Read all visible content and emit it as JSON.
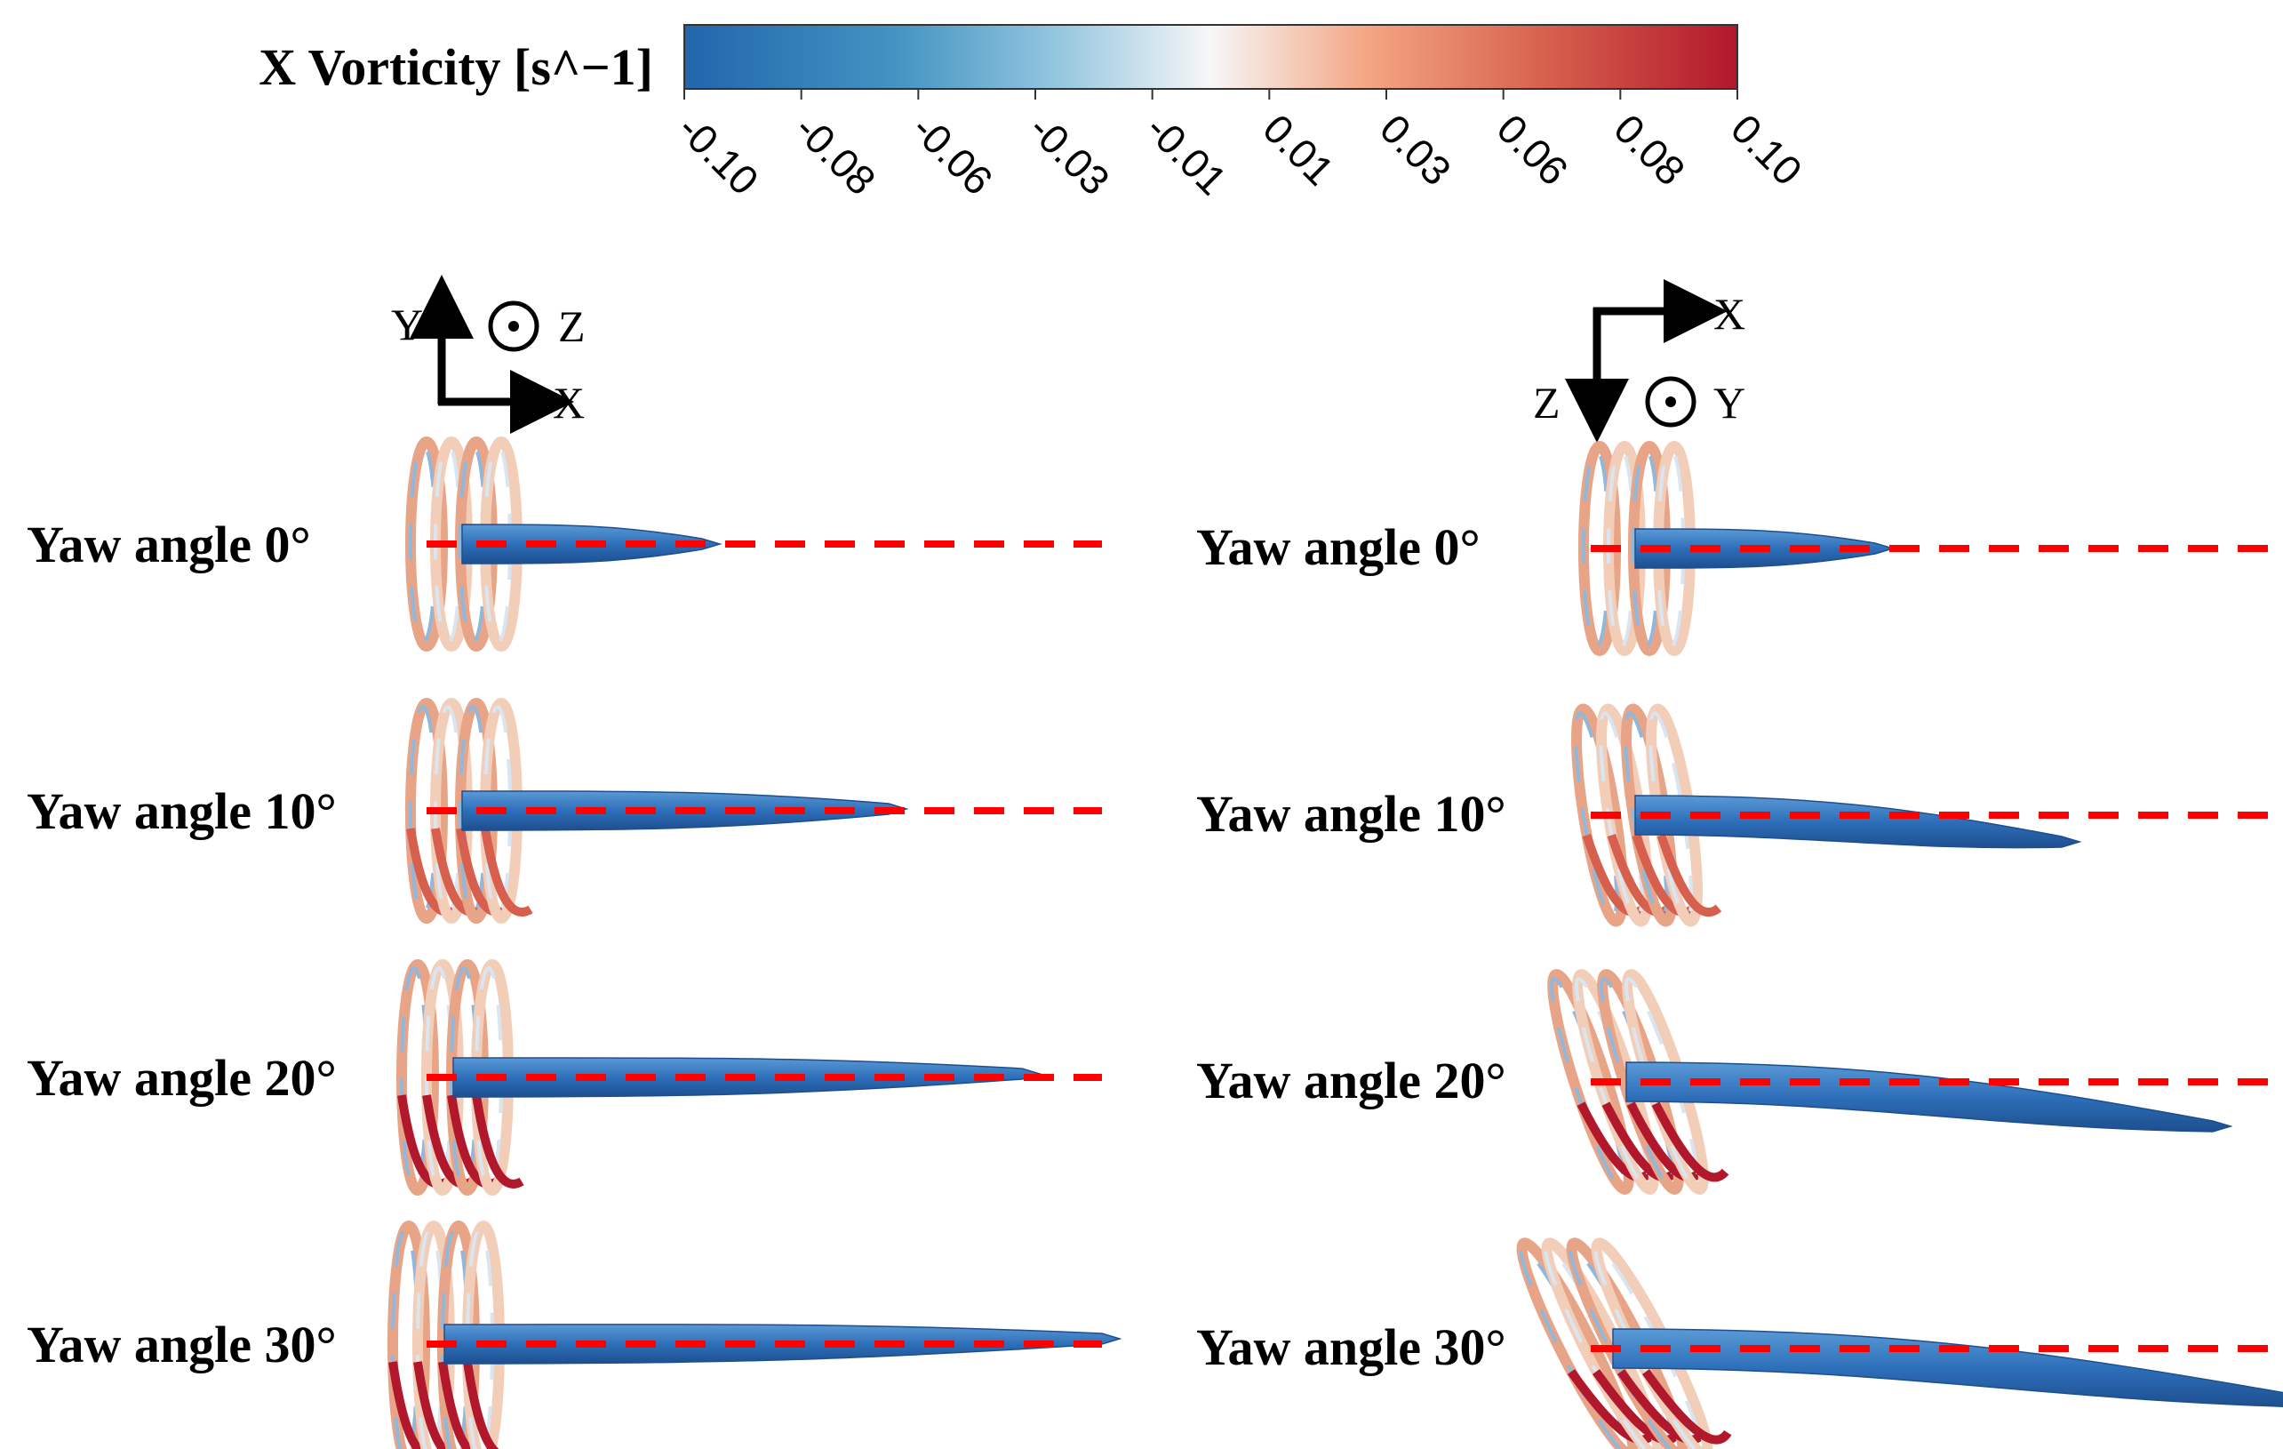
{
  "colorbar": {
    "title": "X Vorticity [s^−1]",
    "ticks": [
      "-0.10",
      "-0.08",
      "-0.06",
      "-0.03",
      "-0.01",
      "0.01",
      "0.03",
      "0.06",
      "0.08",
      "0.10"
    ],
    "colors": [
      "#2166ac",
      "#4393c3",
      "#92c5de",
      "#f7f7f7",
      "#f4a582",
      "#d6604d",
      "#b2182b"
    ]
  },
  "axes": {
    "left": {
      "up": "Y",
      "out_of_page": "Z",
      "right": "X"
    },
    "right": {
      "right": "X",
      "down": "Z",
      "out_of_page": "Y"
    }
  },
  "rows": [
    {
      "label": "Yaw angle 0°",
      "yaw": 0
    },
    {
      "label": "Yaw angle 10°",
      "yaw": 10
    },
    {
      "label": "Yaw angle 20°",
      "yaw": 20
    },
    {
      "label": "Yaw angle 30°",
      "yaw": 30
    }
  ],
  "colors": {
    "dashed_line": "#ff0000",
    "hub_vortex": "#2e6fba",
    "ring_warm": "#e8a487",
    "ring_cool": "#8fb8dc",
    "ring_dark_red": "#b2182b"
  }
}
